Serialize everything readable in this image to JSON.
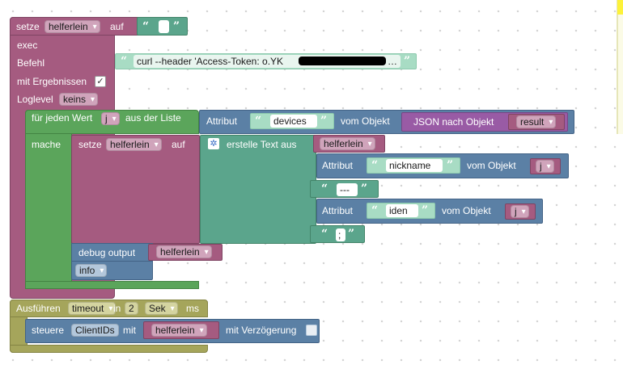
{
  "outer": {
    "setze": "setze",
    "var_name": "helferlein",
    "auf": "auf",
    "quote_open": "“",
    "quote_close": "”"
  },
  "exec_block": {
    "exec": "exec",
    "befehl": "Befehl",
    "command_text": "curl --header 'Access-Token: o.YK",
    "command_ellipsis": "…",
    "mit_ergebnissen": "mit Ergebnissen",
    "mit_ergebnissen_checked": true,
    "check_mark": "✓",
    "loglevel": "Loglevel",
    "loglevel_value": "keins"
  },
  "foreach": {
    "fuer_jeden_wert": "für jeden Wert",
    "loop_var": "j",
    "aus_der_liste": "aus der Liste",
    "mache": "mache",
    "attribut": "Attribut",
    "attribut_value": "devices",
    "vom_objekt": "vom Objekt",
    "json_nach_objekt": "JSON nach Objekt",
    "json_var": "result"
  },
  "inner_set": {
    "setze": "setze",
    "var_name": "helferlein",
    "auf": "auf",
    "gear_glyph": "✲",
    "erstelle_text_aus": "erstelle Text aus",
    "items": {
      "var": "helferlein",
      "attr1_label": "Attribut",
      "attr1_value": "nickname",
      "attr1_vom_objekt": "vom Objekt",
      "attr1_obj": "j",
      "sep1": "---",
      "attr2_label": "Attribut",
      "attr2_value": "iden",
      "attr2_vom_objekt": "vom Objekt",
      "attr2_obj": "j",
      "sep2": ";"
    }
  },
  "debug": {
    "label": "debug output",
    "var": "helferlein",
    "level": "info"
  },
  "timeout": {
    "ausfuehren": "Ausführen",
    "type": "timeout",
    "in": "in",
    "amount": "2",
    "unit": "Sek",
    "ms": "ms",
    "steuere": "steuere",
    "state": "ClientIDs",
    "mit": "mit",
    "var": "helferlein",
    "mit_verzoegerung": "mit Verzögerung",
    "mit_verzoegerung_checked": false
  },
  "colors": {
    "variables": "#a55b80",
    "loops": "#5ba55b",
    "text": "#5ba58c",
    "objects": "#5b80a5",
    "json": "#995ba5",
    "system": "#a5a55b"
  }
}
